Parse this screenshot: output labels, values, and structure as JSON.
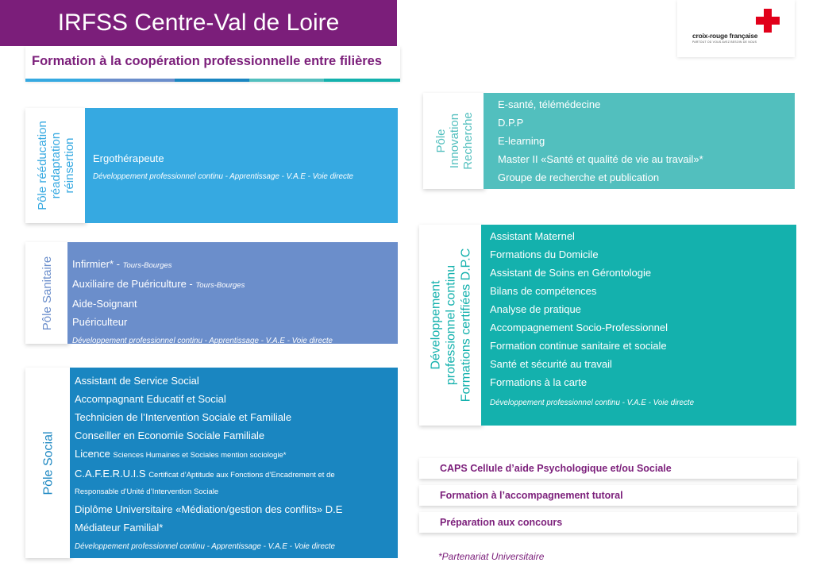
{
  "header": {
    "title": "IRFSS Centre-Val de Loire",
    "subtitle": "Formation à la coopération professionnelle entre filières"
  },
  "logo": {
    "name": "croix-rouge française",
    "tagline": "PARTOUT OÙ VOUS AVEZ BESOIN DE NOUS",
    "icon": "red-cross-icon",
    "color": "#e1001a"
  },
  "colors": {
    "purple": "#7b1e7a",
    "sky_blue": "#36a9e1",
    "lavender_blue": "#6b8ecb",
    "deep_blue": "#1a86c1",
    "teal_light": "#52bfbe",
    "teal": "#14b1ad"
  },
  "poles": {
    "readaptation": {
      "label_lines": [
        "Pôle rééducation",
        "réadaptation",
        "réinsertion"
      ],
      "items": [
        "Ergothérapeute"
      ],
      "note": "Développement professionnel continu - Apprentissage - V.A.E - Voie directe"
    },
    "sanitaire": {
      "label_lines": [
        "Pôle Sanitaire"
      ],
      "items": [
        {
          "main": "Infirmier* - ",
          "sub": "Tours-Bourges"
        },
        {
          "main": "Auxiliaire de Puériculture - ",
          "sub": "Tours-Bourges"
        },
        {
          "main": "Aide-Soignant",
          "sub": ""
        },
        {
          "main": "Puériculteur",
          "sub": ""
        }
      ],
      "note": "Développement professionnel continu - Apprentissage - V.A.E - Voie directe"
    },
    "social": {
      "label_lines": [
        "Pôle Social"
      ],
      "items": [
        "Assistant de Service Social",
        "Accompagnant Educatif et Social",
        "Technicien de l’Intervention Sociale et Familiale",
        "Conseiller en Economie Sociale Familiale"
      ],
      "licence": {
        "main": "Licence ",
        "sub": "Sciences Humaines et Sociales mention sociologie*"
      },
      "caferuis": {
        "main": "C.A.F.E.R.U.I.S ",
        "sub": "Certificat d’Aptitude aux Fonctions d’Encadrement et de",
        "sub2": "Responsable d’Unité d’Intervention Sociale"
      },
      "items_after": [
        "Diplôme Universitaire «Médiation/gestion des conflits» D.E",
        "Médiateur Familial*"
      ],
      "note": "Développement professionnel continu - Apprentissage - V.A.E - Voie directe"
    },
    "innovation": {
      "label_lines": [
        "Pôle",
        "Innovation",
        "Recherche"
      ],
      "items": [
        "E-santé, télémédecine",
        "D.P.P",
        "E-learning",
        "Master II «Santé et qualité de vie au travail»*",
        "Groupe de recherche et publication"
      ]
    },
    "dpc": {
      "label_lines": [
        "Développement",
        "professionnel continu",
        "Formations certifiées D.P.C"
      ],
      "items": [
        "Assistant Maternel",
        "Formations du Domicile",
        "Assistant de Soins en Gérontologie",
        "Bilans de compétences",
        "Analyse de pratique",
        "Accompagnement Socio-Professionnel",
        "Formation continue sanitaire et sociale",
        "Santé et sécurité au travail",
        "Formations à la carte"
      ],
      "note": "Développement professionnel continu - V.A.E - Voie directe"
    }
  },
  "extras": [
    "CAPS Cellule d’aide Psychologique et/ou Sociale",
    "Formation à l’accompagnement tutoral",
    "Préparation aux concours"
  ],
  "footnote": "*Partenariat Universitaire"
}
